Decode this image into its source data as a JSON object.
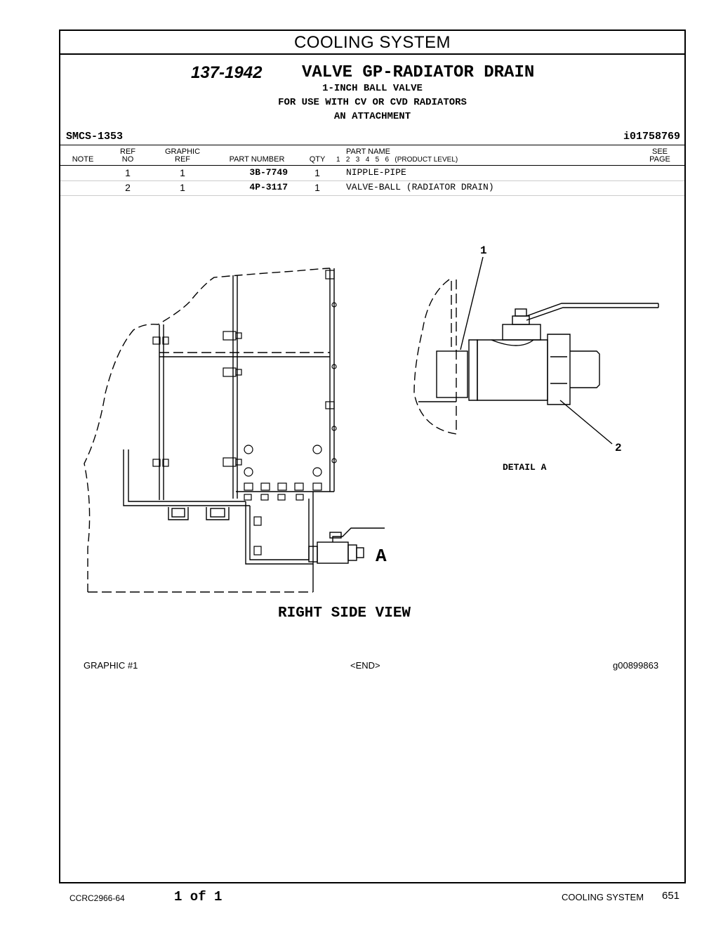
{
  "page_title": "COOLING SYSTEM",
  "group": {
    "number": "137-1942",
    "name": "VALVE GP-RADIATOR DRAIN",
    "notes": [
      "1-INCH BALL VALVE",
      "FOR USE WITH CV OR CVD RADIATORS",
      "AN ATTACHMENT"
    ]
  },
  "smcs": "SMCS-1353",
  "illustration_id": "i01758769",
  "columns": {
    "note": "NOTE",
    "ref_top": "REF",
    "ref_bottom": "NO",
    "graphic_top": "GRAPHIC",
    "graphic_bottom": "REF",
    "part_number": "PART NUMBER",
    "qty": "QTY",
    "part_name": "PART NAME",
    "levels": "1   2   3   4   5   6   (PRODUCT LEVEL)",
    "see_top": "SEE",
    "see_bottom": "PAGE"
  },
  "parts": [
    {
      "ref": "1",
      "graphic": "1",
      "part_number": "3B-7749",
      "qty": "1",
      "name": "NIPPLE-PIPE"
    },
    {
      "ref": "2",
      "graphic": "1",
      "part_number": "4P-3117",
      "qty": "1",
      "name": "VALVE-BALL (RADIATOR DRAIN)"
    }
  ],
  "drawing": {
    "callout_1": "1",
    "callout_2": "2",
    "detail_label": "DETAIL A",
    "marker_a": "A",
    "view_label": "RIGHT SIDE VIEW"
  },
  "graphic_footer": {
    "left": "GRAPHIC #1",
    "center": "<END>",
    "right": "g00899863"
  },
  "page_footer": {
    "doc_id": "CCRC2966-64",
    "pages": "1 of 1",
    "section": "COOLING SYSTEM",
    "page_number": "651"
  }
}
